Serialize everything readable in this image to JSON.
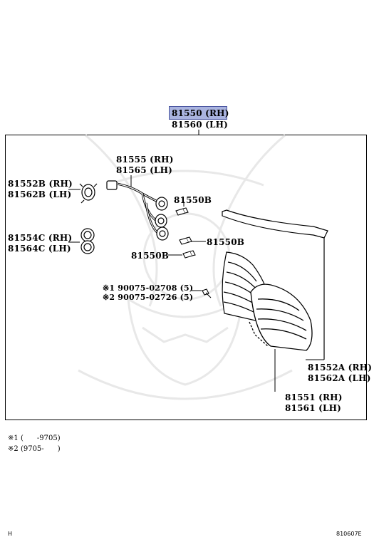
{
  "header": {
    "main_rh": "81550 (RH)",
    "main_lh": "81560 (LH)"
  },
  "parts": {
    "socket_wire_rh": "81555 (RH)",
    "socket_wire_lh": "81565 (LH)",
    "packing_b_rh": "81552B (RH)",
    "packing_b_lh": "81562B (LH)",
    "packing_c_rh": "81554C (RH)",
    "packing_c_lh": "81564C (LH)",
    "bulb_1": "81550B",
    "bulb_2": "81550B",
    "bulb_3": "81550B",
    "screw_1": "※1 90075-02708 (5)",
    "screw_2": "※2 90075-02726 (5)",
    "gasket_rh": "81552A (RH)",
    "gasket_lh": "81562A (LH)",
    "lens_rh": "81551 (RH)",
    "lens_lh": "81561 (LH)"
  },
  "notes": {
    "note_1_mark": "※1",
    "note_1_text": "(      -9705)",
    "note_2_mark": "※2",
    "note_2_text": "(9705-      )"
  },
  "footer": {
    "left_code": "H",
    "right_code": "810607E"
  },
  "colors": {
    "highlight": "#a9b3df",
    "line": "#000000",
    "watermark": "#e6e6e6"
  }
}
